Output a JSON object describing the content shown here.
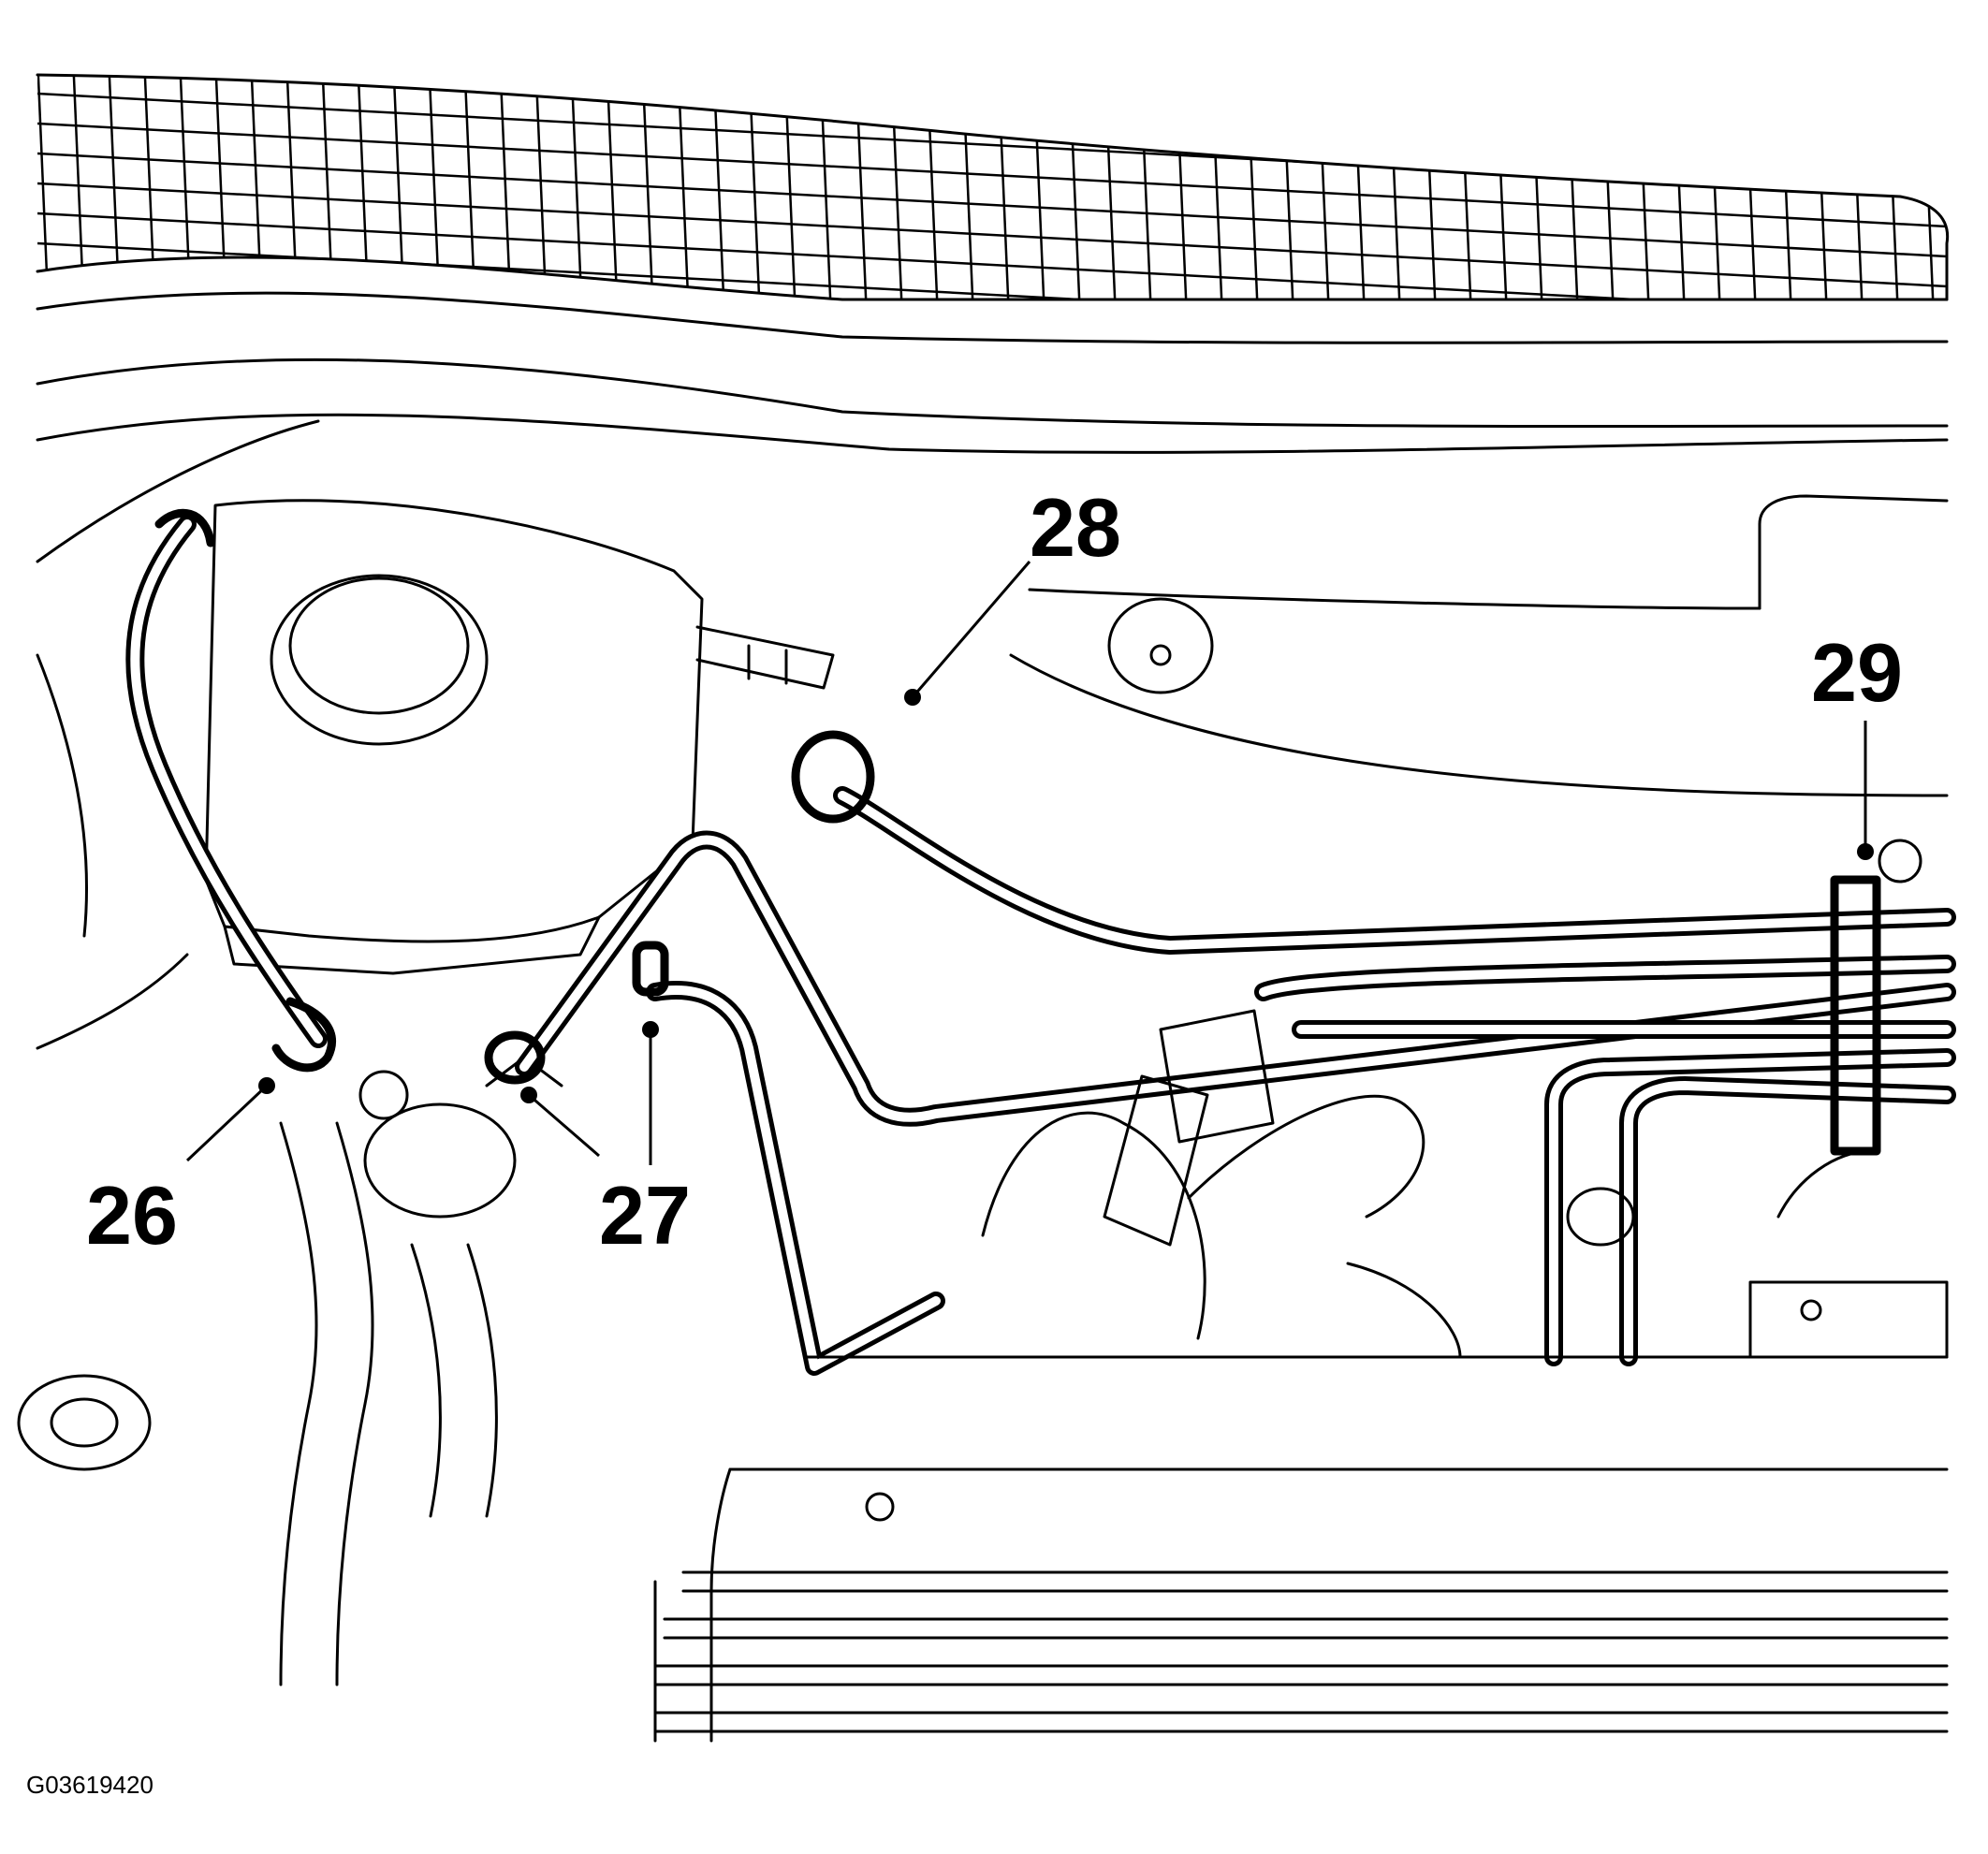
{
  "figure": {
    "code": "G03619420"
  },
  "callouts": [
    {
      "id": "26",
      "label": "26"
    },
    {
      "id": "27",
      "label": "27"
    },
    {
      "id": "28",
      "label": "28"
    },
    {
      "id": "29",
      "label": "29"
    }
  ]
}
